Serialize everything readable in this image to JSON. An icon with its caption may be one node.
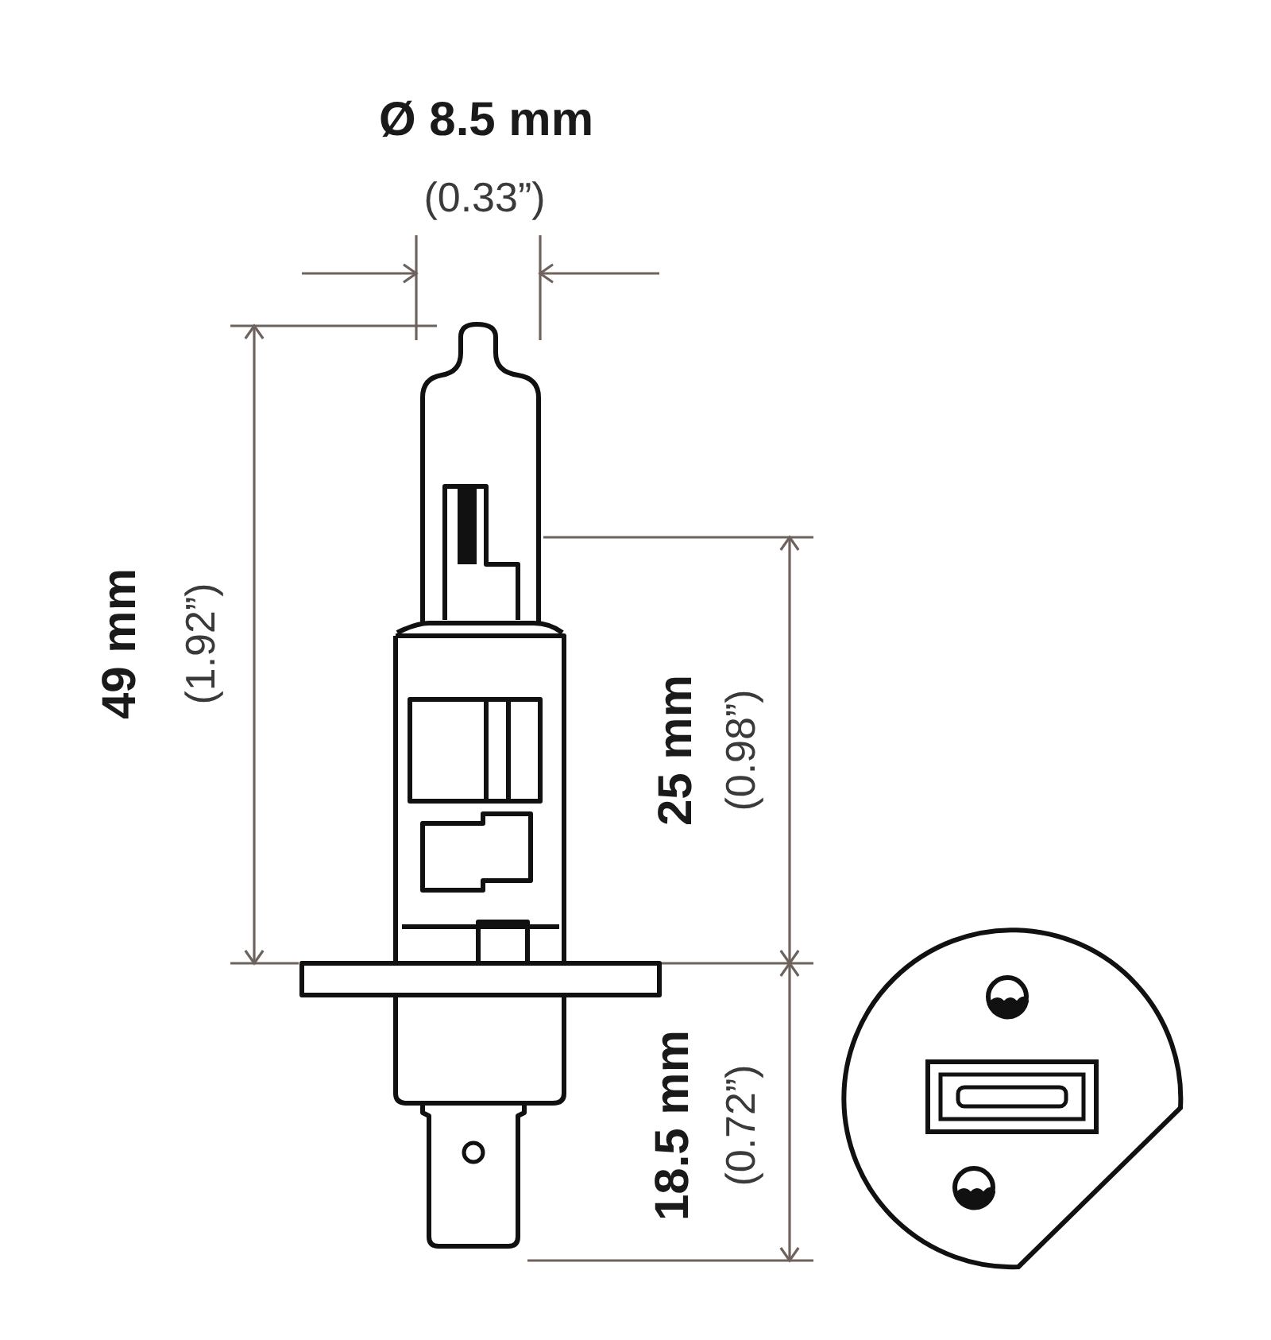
{
  "diagram": {
    "labels": [
      "Ø 8.5 mm",
      "(0.33”)",
      "49 mm",
      "(1.92”)",
      "25 mm",
      "(0.98”)",
      "18.5 mm",
      "(0.72”)"
    ]
  }
}
